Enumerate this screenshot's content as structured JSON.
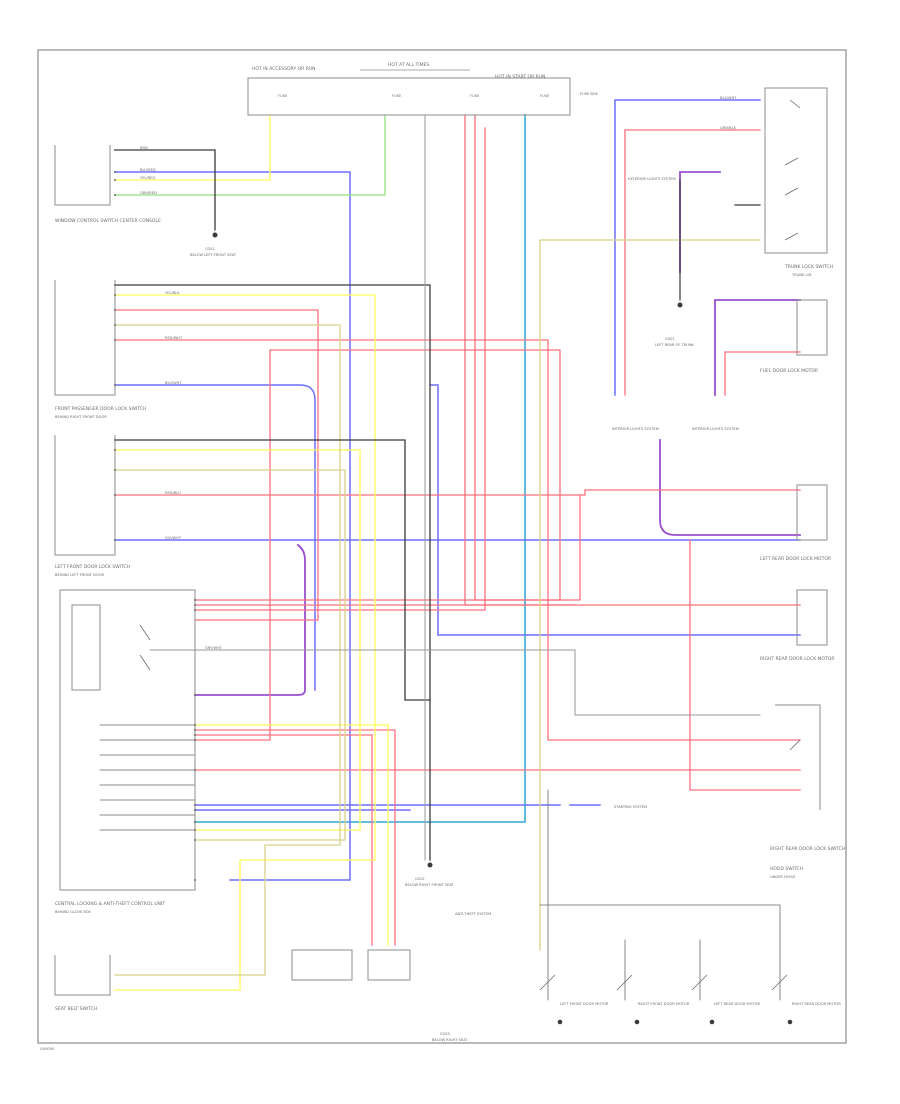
{
  "labels": {
    "fuse_left_header": "HOT IN ACCESSORY OR RUN",
    "fuse_mid_header": "HOT AT ALL TIMES",
    "fuse_right_header": "HOT IN START OR RUN",
    "fuse_a": "FUSE",
    "fuse_b": "FUSE",
    "fuse_c": "FUSE",
    "fuse_d": "FUSE",
    "fuse_box_label": "FUSE BOX",
    "window_switch": "WINDOW CONTROL SWITCH CENTER CONSOLE",
    "ground_g1": "G201",
    "ground_g1_loc": "BELOW LEFT FRONT SEAT",
    "front_pass_door": "FRONT PASSENGER DOOR LOCK SWITCH",
    "front_pass_door_loc": "BEHIND RIGHT FRONT DOOR",
    "left_front_door": "LEFT FRONT DOOR LOCK SWITCH",
    "left_front_door_loc": "BEHIND LEFT FRONT DOOR",
    "central_unit": "CENTRAL LOCKING & ANTI-THEFT CONTROL UNIT",
    "central_unit_loc": "BEHIND GLOVE BOX",
    "seat_belt": "SEAT BELT SWITCH",
    "trunk_switch": "TRUNK LOCK SWITCH",
    "trunk_loc": "TRUNK LID",
    "fuel_door": "FUEL DOOR LOCK MOTOR",
    "left_rear_door": "LEFT REAR DOOR LOCK MOTOR",
    "right_rear_door": "RIGHT REAR DOOR LOCK MOTOR",
    "right_door_switch": "RIGHT REAR DOOR LOCK SWITCH",
    "hood_switch": "HOOD SWITCH",
    "hood_loc": "UNDER HOOD",
    "ground_g2": "G301",
    "ground_g2_loc": "LEFT REAR OF TRUNK",
    "ground_g3": "G202",
    "ground_g3_loc": "BELOW RIGHT FRONT SEAT",
    "ground_g4": "G203",
    "ground_g4_loc": "BELOW RIGHT SEAT",
    "interior_lights": "INTERIOR LIGHTS SYSTEM",
    "interior_lights_2": "INTERIOR LIGHTS SYSTEM",
    "exterior_lights": "EXTERIOR LIGHTS SYSTEM",
    "starting_system": "STARTING SYSTEM",
    "anti_theft": "ANTI-THEFT SYSTEM",
    "lf_door_motor": "LEFT FRONT DOOR MOTOR",
    "rf_door_motor": "RIGHT FRONT DOOR MOTOR",
    "lr_door_motor": "LEFT REAR DOOR MOTOR",
    "rr_door_motor": "RIGHT REAR DOOR MOTOR",
    "corner_code": "G00000"
  },
  "wire_labels": {
    "brown": "BRN",
    "blu_red": "BLU/RED",
    "yel_red": "YEL/RED",
    "grn_red": "GRN/RED",
    "red_wht": "RED/WHT",
    "blu_wht": "BLU/WHT",
    "yel_blk": "YEL/BLK",
    "grn_blk": "GRN/BLK",
    "blk_wht": "BLK/WHT",
    "red_blu": "RED/BLU",
    "vio_wht": "VIO/WHT",
    "gry_wht": "GRY/WHT"
  },
  "colors": {
    "red": "#ff6f7e",
    "blue": "#6f6fff",
    "purple": "#9a4fd0",
    "yellow": "#ffff5a",
    "green": "#8fe07a",
    "cyan": "#4fb3d9",
    "black": "#3a3a3a",
    "gray": "#9a9a9a",
    "khaki": "#d8d08a"
  }
}
